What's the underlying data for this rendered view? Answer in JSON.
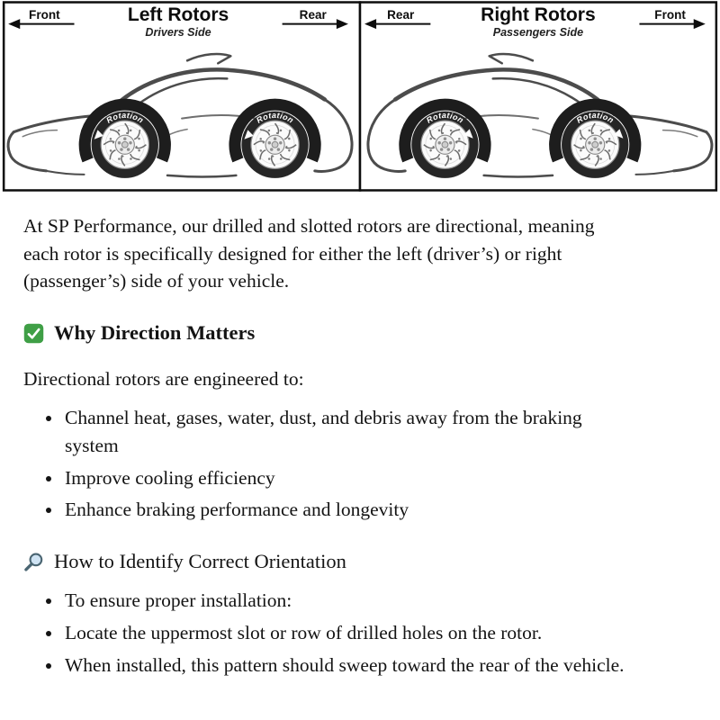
{
  "diagram": {
    "panels": [
      {
        "title": "Left Rotors",
        "subtitle": "Drivers Side",
        "top_left_label": "Front",
        "top_right_label": "Rear",
        "front_wheel_rotation_label": "Rotation",
        "rear_wheel_rotation_label": "Rotation"
      },
      {
        "title": "Right Rotors",
        "subtitle": "Passengers Side",
        "top_left_label": "Rear",
        "top_right_label": "Front",
        "front_wheel_rotation_label": "Rotation",
        "rear_wheel_rotation_label": "Rotation"
      }
    ]
  },
  "content": {
    "intro": "At SP Performance, our drilled and slotted rotors are directional, meaning each rotor is specifically designed for either the left (driver’s) or right (passenger’s) side of your vehicle.",
    "section_why": {
      "icon": "check-icon",
      "heading": "Why Direction Matters",
      "lead": "Directional rotors are engineered to:",
      "bullets": [
        "Channel heat, gases, water, dust, and debris away from the braking system",
        "Improve cooling efficiency",
        "Enhance braking performance and longevity"
      ]
    },
    "section_identify": {
      "icon": "magnifier-icon",
      "heading": "How to Identify Correct Orientation",
      "bullets": [
        "To ensure proper installation:",
        "Locate the uppermost slot or row of drilled holes on the rotor.",
        "When installed, this pattern should sweep toward the rear of the vehicle."
      ]
    }
  },
  "colors": {
    "check_green": "#3f9f46",
    "magnifier_lens": "#cfe3f3",
    "magnifier_stroke": "#4a6572"
  }
}
